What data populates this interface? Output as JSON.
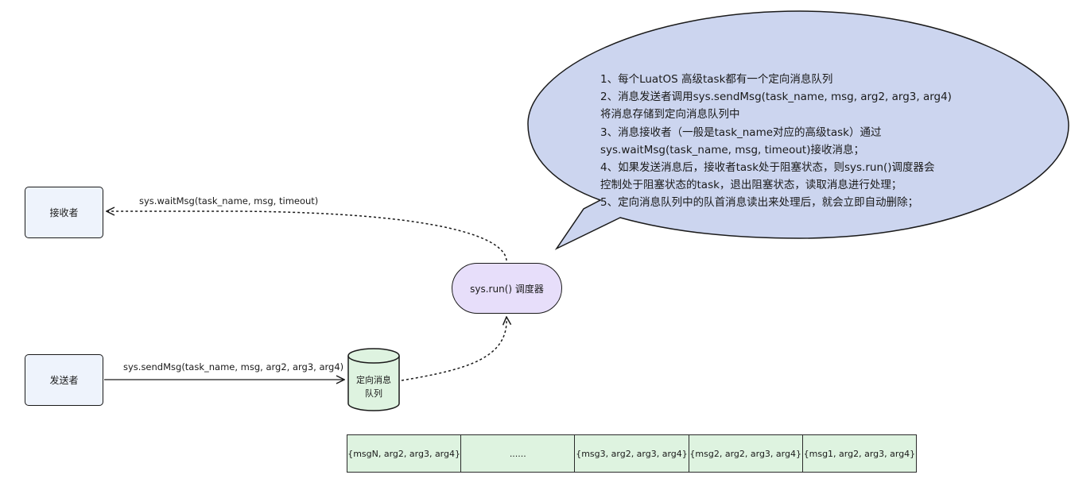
{
  "receiver": {
    "label": "接收者"
  },
  "sender": {
    "label": "发送者"
  },
  "scheduler": {
    "label": "sys.run() 调度器"
  },
  "queue": {
    "label_line1": "定向消息",
    "label_line2": "队列"
  },
  "edges": {
    "wait_msg": "sys.waitMsg(task_name, msg, timeout)",
    "send_msg": "sys.sendMsg(task_name, msg, arg2, arg3, arg4)"
  },
  "callout": {
    "lines": [
      "1、每个LuatOS 高级task都有一个定向消息队列",
      "2、消息发送者调用sys.sendMsg(task_name, msg, arg2, arg3, arg4)",
      "将消息存储到定向消息队列中",
      "3、消息接收者（一般是task_name对应的高级task）通过",
      "sys.waitMsg(task_name, msg, timeout)接收消息；",
      "4、如果发送消息后，接收者task处于阻塞状态，则sys.run()调度器会",
      "控制处于阻塞状态的task，退出阻塞状态，读取消息进行处理；",
      "5、定向消息队列中的队首消息读出来处理后，就会立即自动删除；"
    ]
  },
  "message_table": {
    "cells": [
      "{msgN, arg2, arg3, arg4}",
      "......",
      "{msg3, arg2, arg3, arg4}",
      "{msg2, arg2, arg3, arg4}",
      "{msg1, arg2, arg3, arg4}"
    ]
  },
  "colors": {
    "box_fill": "#eef3fc",
    "scheduler_fill": "#e7defa",
    "queue_fill": "#def3e0",
    "callout_fill": "#ccd5ef",
    "stroke": "#1a1a1a"
  }
}
